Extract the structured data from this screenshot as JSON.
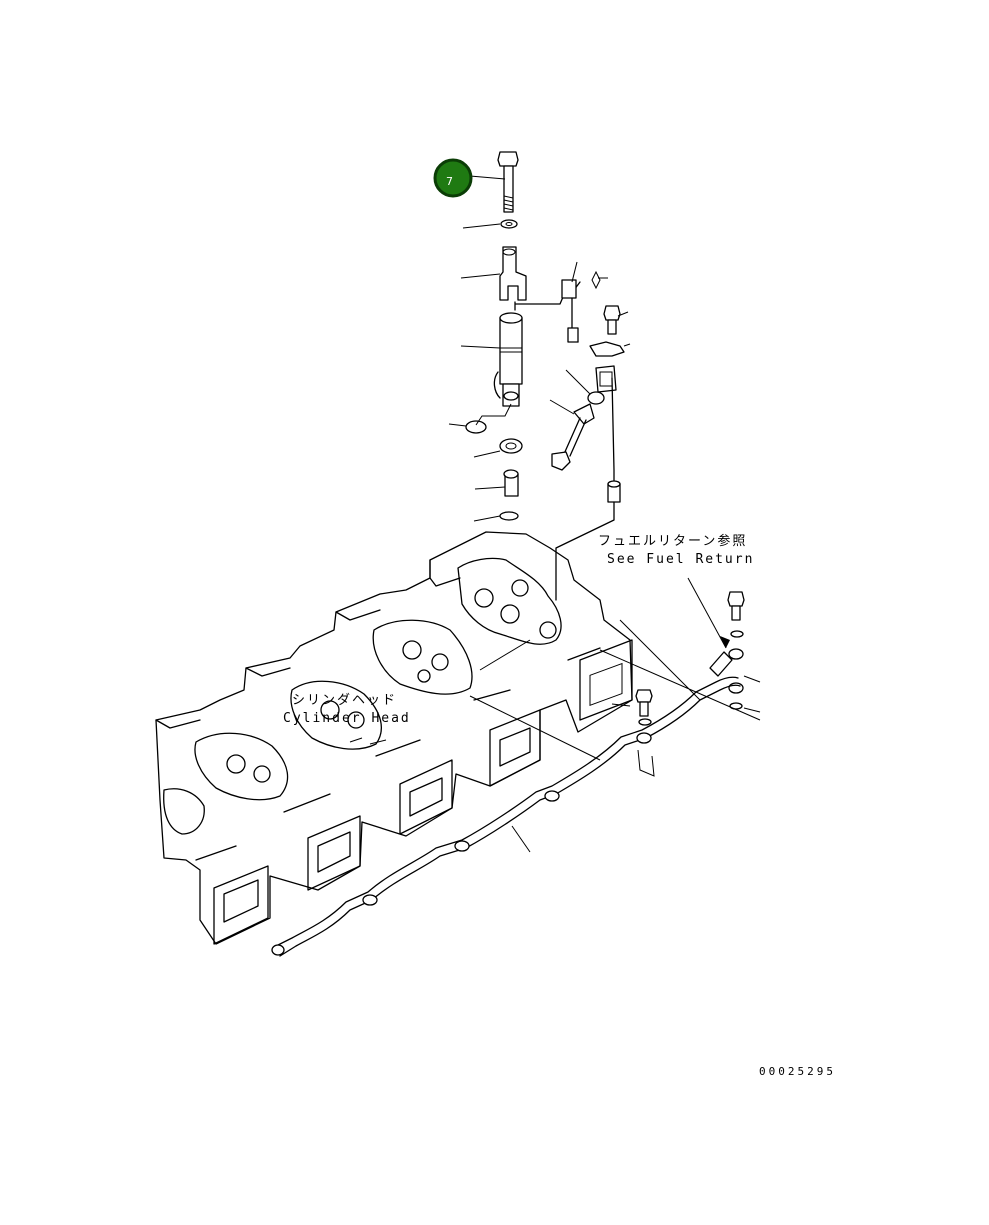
{
  "callout": {
    "number": "7",
    "fill": "#1f7a12",
    "stroke": "#0b3d06"
  },
  "labels": {
    "fuel_return_jp": "フュエルリターン参照",
    "fuel_return_en": "See Fuel Return",
    "cylinder_head_jp": "シリンダヘッド",
    "cylinder_head_en": "Cylinder Head"
  },
  "drawing_code": "00025295"
}
